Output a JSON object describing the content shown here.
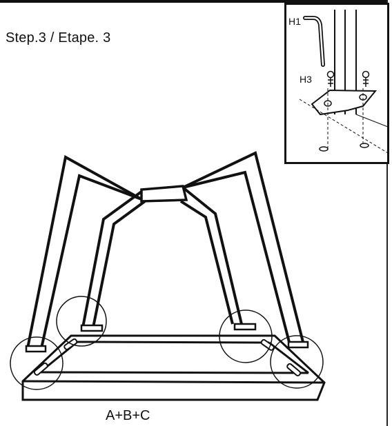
{
  "step_title": "Step.3 / Etape. 3",
  "inset": {
    "label_h1": "H1",
    "label_h3": "H3"
  },
  "assembly_label": "A+B+C"
}
